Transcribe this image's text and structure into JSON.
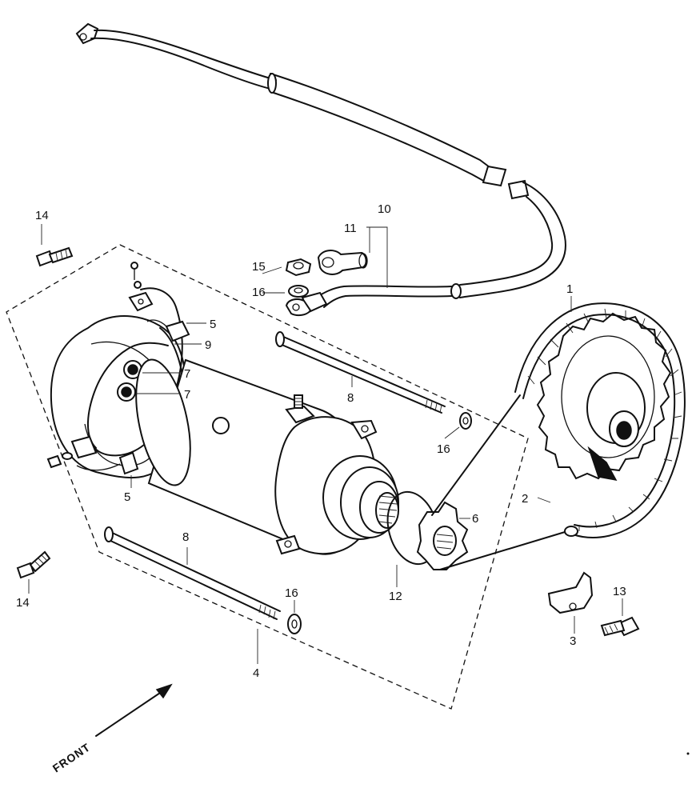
{
  "callouts": {
    "c1": "1",
    "c2": "2",
    "c3": "3",
    "c4": "4",
    "c5a": "5",
    "c5b": "5",
    "c6": "6",
    "c7a": "7",
    "c7b": "7",
    "c8a": "8",
    "c8b": "8",
    "c9": "9",
    "c10": "10",
    "c11": "11",
    "c12": "12",
    "c13": "13",
    "c14a": "14",
    "c14b": "14",
    "c15": "15",
    "c16a": "16",
    "c16b": "16",
    "c16c": "16"
  },
  "direction_label": "FRONT",
  "colors": {
    "ink": "#111111",
    "paper": "#ffffff"
  },
  "icons": {
    "direction": "arrow-icon",
    "starter": "starter-motor-icon",
    "sprocket": "sprocket-icon",
    "chain": "chain-icon",
    "cable": "cable-icon"
  }
}
